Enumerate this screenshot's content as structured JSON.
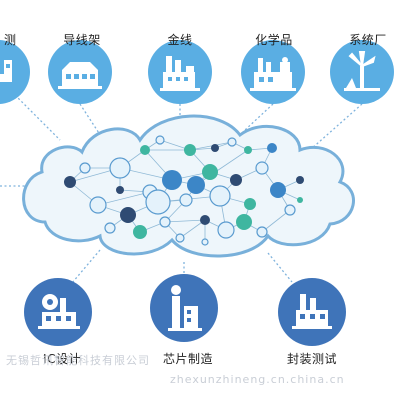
{
  "top_nodes": [
    {
      "label": "测",
      "icon": "test-equipment-icon"
    },
    {
      "label": "导线架",
      "icon": "lead-frame-factory-icon"
    },
    {
      "label": "金线",
      "icon": "gold-wire-factory-icon"
    },
    {
      "label": "化学品",
      "icon": "chemical-plant-icon"
    },
    {
      "label": "系统厂",
      "icon": "wind-turbine-icon"
    }
  ],
  "bottom_nodes": [
    {
      "label": "IC设计",
      "icon": "ic-design-factory-icon"
    },
    {
      "label": "芯片制造",
      "icon": "chip-fab-icon"
    },
    {
      "label": "封装测试",
      "icon": "packaging-factory-icon"
    }
  ],
  "watermark": {
    "left": "无锡哲讯智能科技有限公司",
    "right": "zhexunzhineng.cn.china.cn"
  },
  "colors": {
    "top_circle": "#5aaee3",
    "bottom_circle": "#3f74b9",
    "cloud_stroke": "#78b0da",
    "cloud_fill": "#eef6fb",
    "dotted_line": "#7fb3dd",
    "net_green": "#3fb6a0",
    "net_navy": "#2f4b73",
    "net_blue": "#3c86c7",
    "net_light": "#b9dcf2"
  }
}
